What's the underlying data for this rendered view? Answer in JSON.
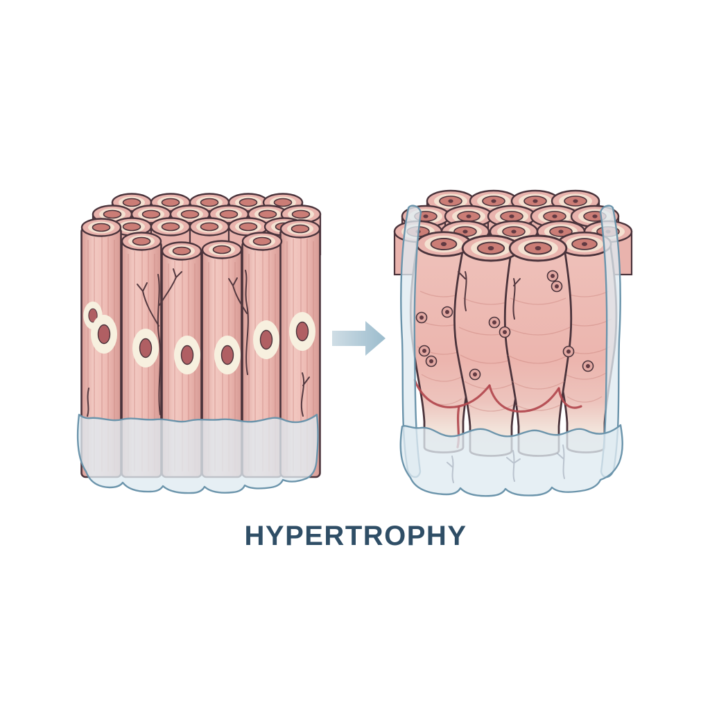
{
  "title": {
    "label": "HYPERTROPHY"
  },
  "diagram": {
    "kind": "muscle-fiber-hypertrophy-illustration",
    "arrow": {
      "icon": "right-arrow",
      "direction": "right"
    },
    "left_panel": {
      "name": "normal-muscle-fiber-bundle",
      "cross_section_count": 22,
      "front_fiber_count": 6
    },
    "right_panel": {
      "name": "hypertrophied-muscle-fiber-bundle",
      "cross_section_count": 18,
      "front_fiber_count": 4
    }
  },
  "colors": {
    "background": "#ffffff",
    "title_text": "#2f4e66",
    "fiber_pink": "#e9b3ad",
    "fiber_shade": "#d99d97",
    "fiber_highlight": "#f2c9c2",
    "fiber_outline": "#4a333b",
    "cut_ring_cream": "#f4e1d1",
    "cut_hole_rose": "#cb7d76",
    "nucleus_halo": "#f7f0df",
    "nucleus_core": "#b05f63",
    "nucleus_ring": "#e3a9a3",
    "nucleus_dot": "#613a42",
    "striation": "#c9837d",
    "branch_line": "#53383f",
    "sheath_fill": "#dfeaf1",
    "sheath_stroke": "#6b94ab",
    "sheath_vein": "#a7b0bd",
    "capillary": "#b2484e",
    "arrow_start": "#cfdde5",
    "arrow_end": "#9bbccd"
  }
}
